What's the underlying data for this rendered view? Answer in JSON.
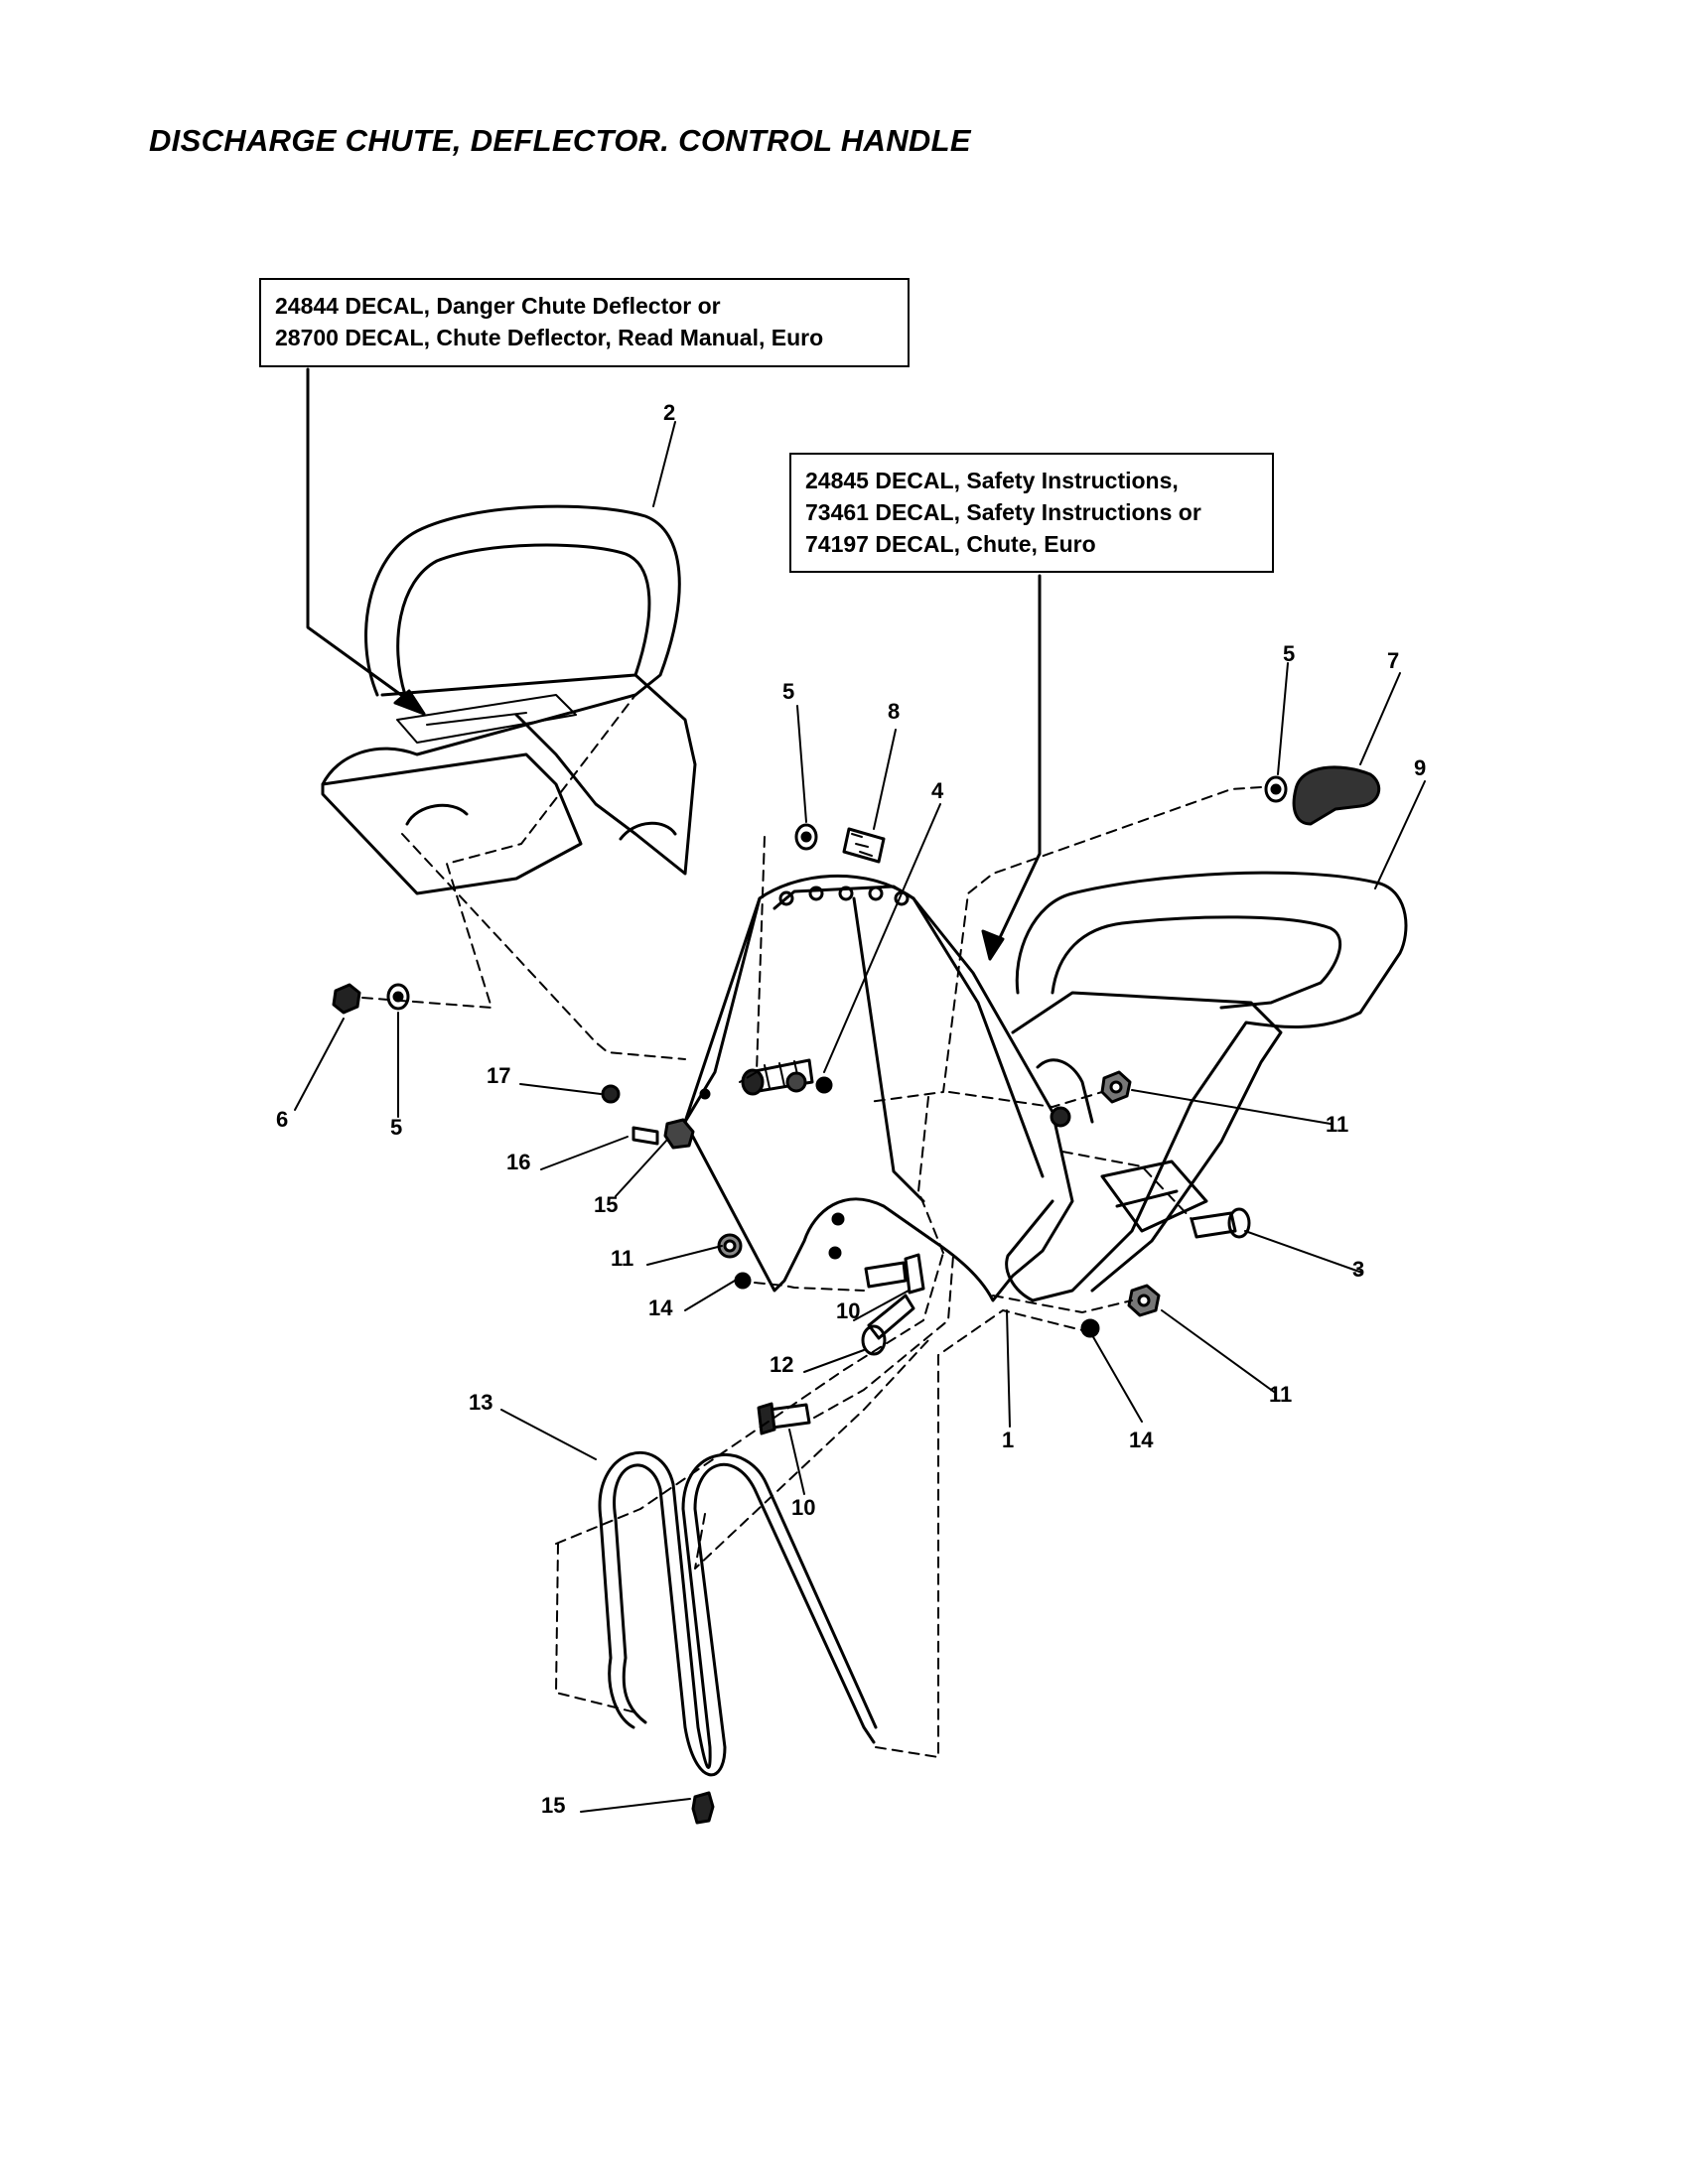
{
  "title": "DISCHARGE CHUTE, DEFLECTOR. CONTROL HANDLE",
  "callouts": [
    {
      "lines": [
        "24844 DECAL, Danger Chute Deflector or",
        "28700 DECAL, Chute Deflector, Read Manual, Euro"
      ]
    },
    {
      "lines": [
        "24845 DECAL, Safety Instructions,",
        "73461 DECAL, Safety Instructions or",
        "74197 DECAL, Chute, Euro"
      ]
    }
  ],
  "part_numbers": [
    "2",
    "5",
    "8",
    "4",
    "5",
    "7",
    "9",
    "6",
    "5",
    "17",
    "11",
    "16",
    "15",
    "11",
    "3",
    "14",
    "10",
    "12",
    "11",
    "1",
    "14",
    "13",
    "10",
    "15"
  ]
}
